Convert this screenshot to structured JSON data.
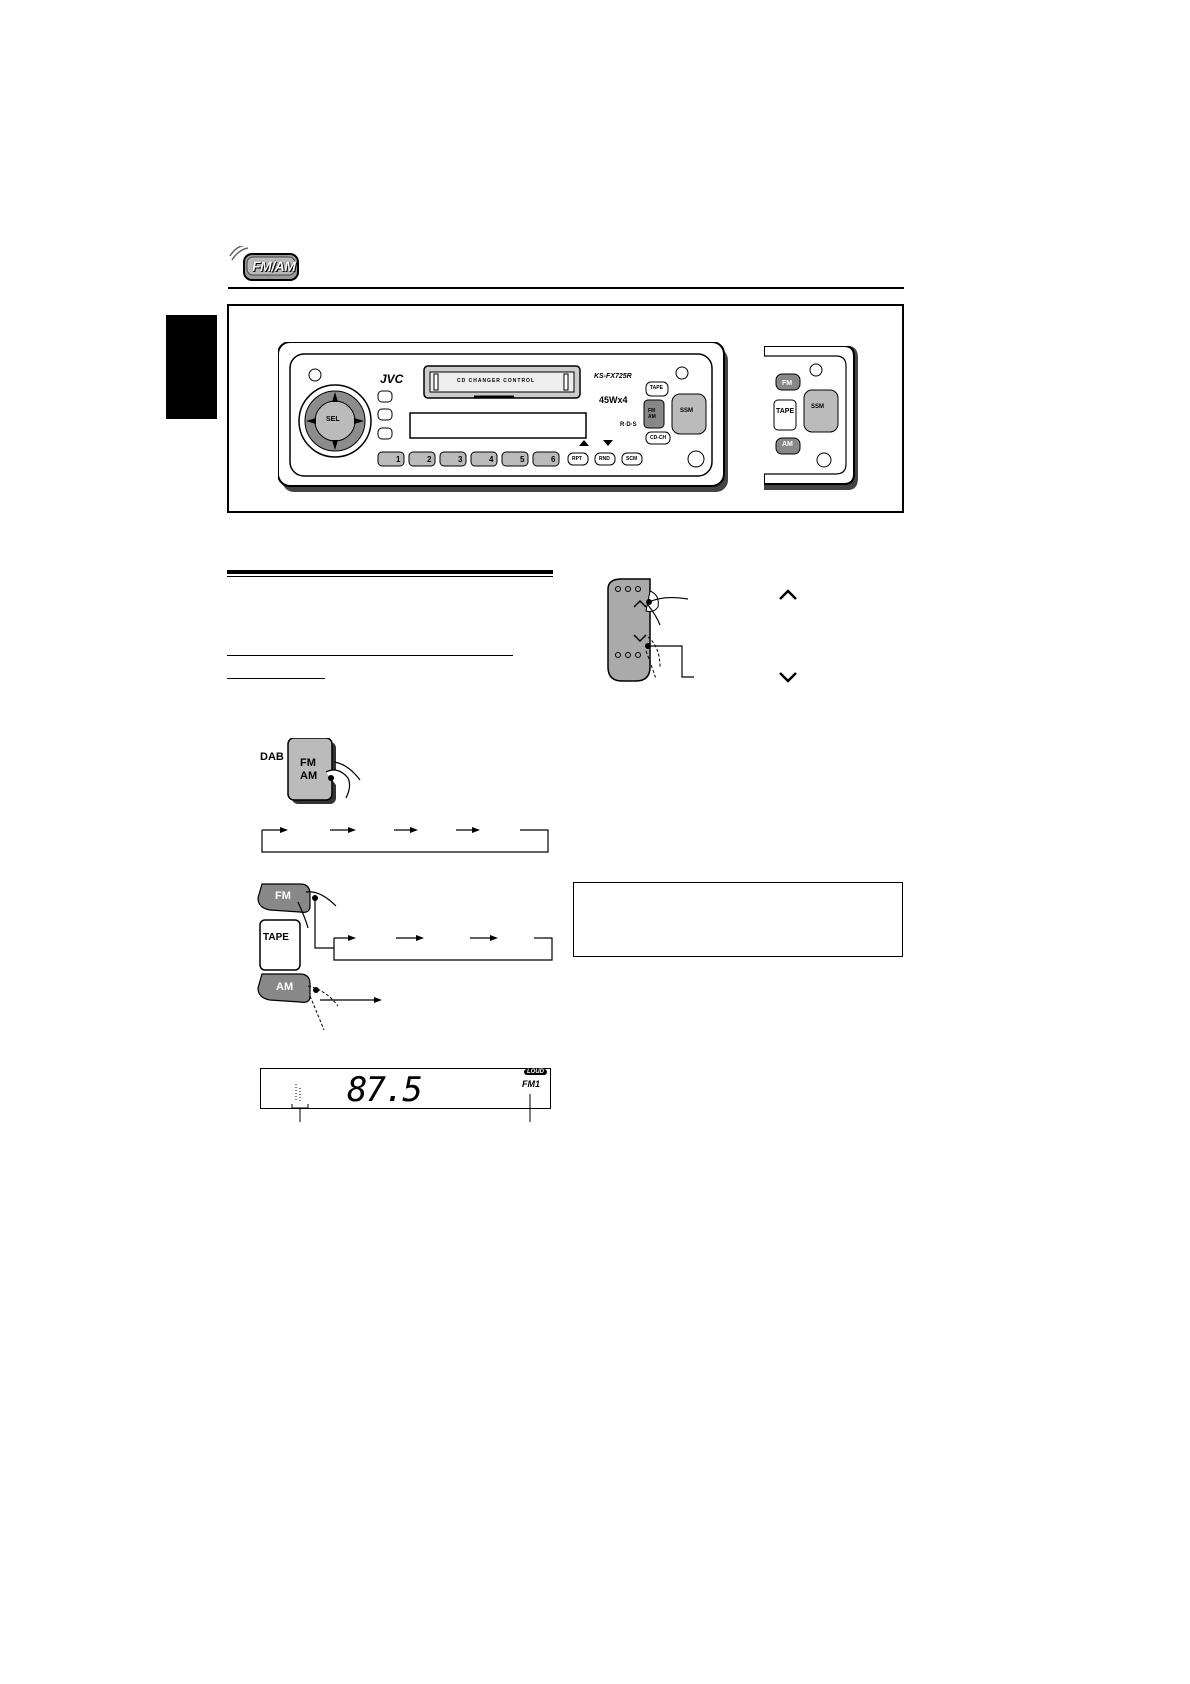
{
  "header": {
    "badge_label": "FM/AM"
  },
  "faceplate": {
    "brand": "JVC",
    "model": "KS-FX725R",
    "power_rating": "45Wx4",
    "cd_changer_label": "CD CHANGER CONTROL",
    "rds_label": "R·D·S",
    "sel_label": "SEL",
    "presets": [
      "1",
      "2",
      "3",
      "4",
      "5",
      "6"
    ],
    "small_buttons": [
      "RPT",
      "RND",
      "SCM"
    ],
    "right_buttons": [
      "TAPE",
      "FM AM",
      "SSM",
      "CD-CH"
    ],
    "side_panel_buttons": [
      "FM",
      "TAPE",
      "AM",
      "SSM"
    ]
  },
  "illustrations": {
    "dab_label": "DAB",
    "fm_am_button": [
      "FM",
      "AM"
    ],
    "fm_button": "FM",
    "tape_button": "TAPE",
    "am_button": "AM",
    "display_frequency": "87.5",
    "display_band": "FM1",
    "display_loud": "LOUD"
  }
}
